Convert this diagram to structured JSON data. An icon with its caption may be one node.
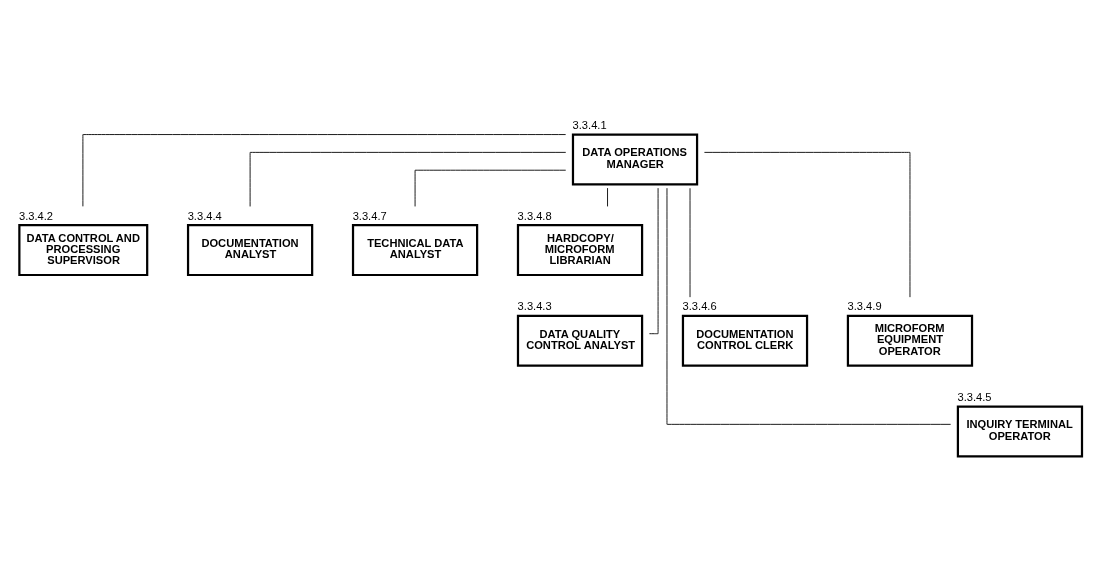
{
  "diagram": {
    "nodes": [
      {
        "text": [
          "3.3.4.1",
          "DATA OPERATIONS MANAGER"
        ]
      },
      {
        "text": [
          "3.3.4.2",
          "DATA CONTROL AND PROCESSING SUPERVISOR"
        ]
      },
      {
        "text": [
          "3.3.4.4",
          "DOCUMENTATION ANALYST"
        ]
      },
      {
        "text": [
          "3.3.4.7",
          "TECHNICAL DATA ANALYST"
        ]
      },
      {
        "text": [
          "3.3.4.8",
          "HARDCOPY/ MICROFORM LIBRARIAN"
        ]
      },
      {
        "text": [
          "3.3.4.3",
          "DATA QUALITY CONTROL ANALYST"
        ]
      },
      {
        "text": [
          "3.3.4.6",
          "DOCUMENTATION CONTROL CLERK"
        ]
      },
      {
        "text": [
          "3.3.4.9",
          "MICROFORM EQUIPMENT OPERATOR"
        ]
      },
      {
        "text": [
          "3.3.4.5",
          "INQUIRY TERMINAL OPERATOR"
        ]
      }
    ],
    "edges": [
      {
        "from": 0,
        "to": 1,
        "arrow": "none"
      },
      {
        "from": 0,
        "to": 5,
        "arrow": "none"
      },
      {
        "from": 0,
        "to": 8,
        "arrow": "none"
      },
      {
        "from": 0,
        "to": 2,
        "arrow": "none"
      },
      {
        "from": 0,
        "to": 6,
        "arrow": "none"
      },
      {
        "from": 0,
        "to": 3,
        "arrow": "none"
      },
      {
        "from": 0,
        "to": 4,
        "arrow": "none"
      },
      {
        "from": 0,
        "to": 7,
        "arrow": "none"
      }
    ]
  }
}
